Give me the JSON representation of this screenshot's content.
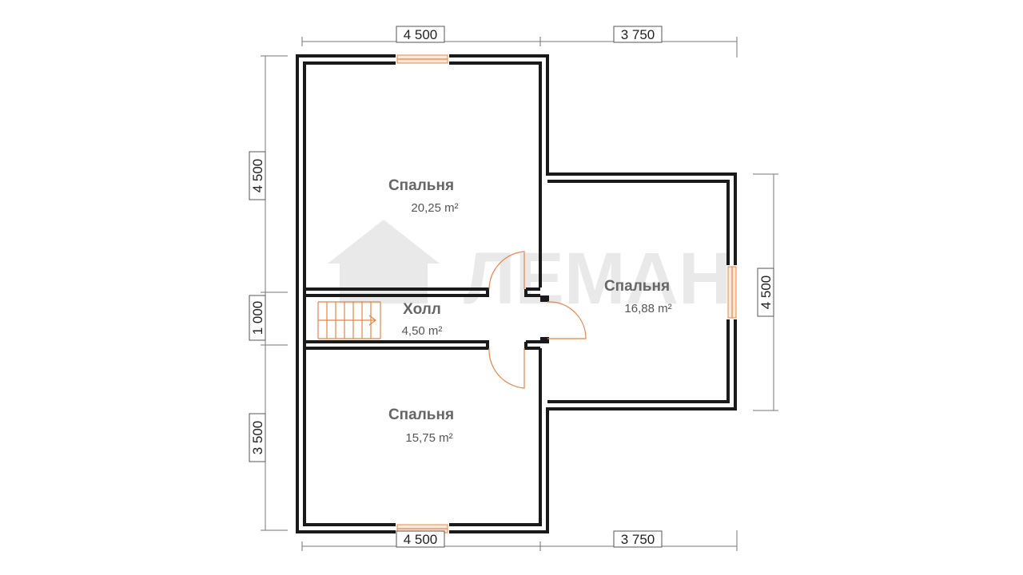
{
  "dimensions": {
    "top_left": "4 500",
    "top_right": "3 750",
    "bottom_left": "4 500",
    "bottom_right": "3 750",
    "left_top": "4 500",
    "left_middle": "1 000",
    "left_bottom": "3 500",
    "right": "4 500"
  },
  "rooms": [
    {
      "name": "Спальня",
      "area": "20,25 m²"
    },
    {
      "name": "Холл",
      "area": "4,50 m²"
    },
    {
      "name": "Спальня",
      "area": "15,75 m²"
    },
    {
      "name": "Спальня",
      "area": "16,88 m²"
    }
  ],
  "watermark": "ЛЕМАН",
  "colors": {
    "wall": "#1a1a1a",
    "door": "#e8844a",
    "watermark": "#e9e9e9"
  }
}
